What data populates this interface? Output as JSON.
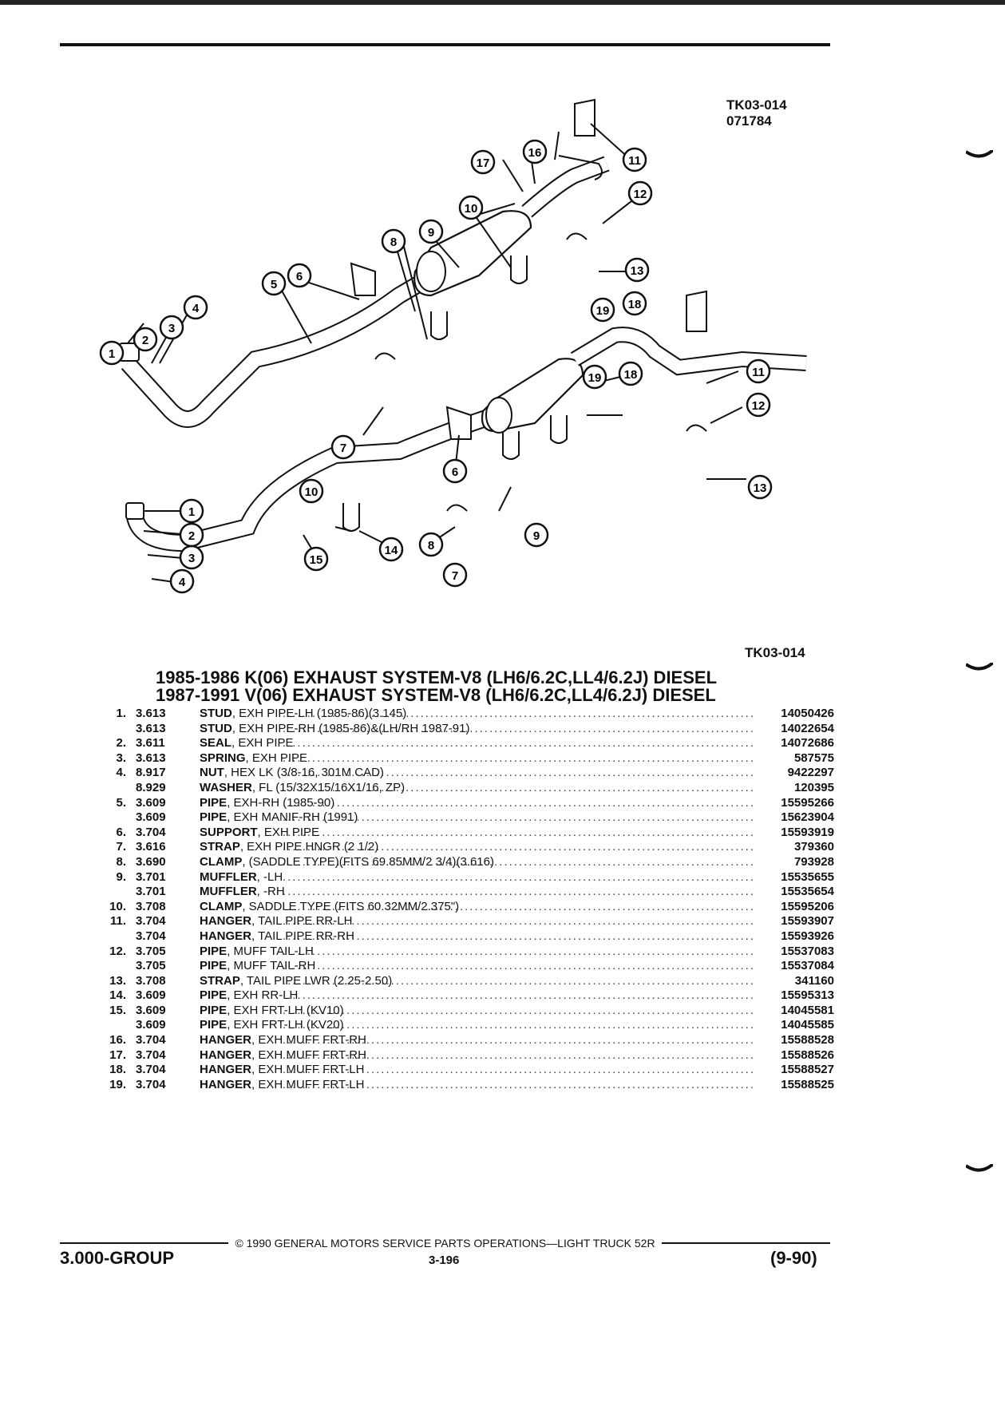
{
  "diagram": {
    "ids": [
      "TK03-014",
      "071784"
    ],
    "figure_id": "TK03-014",
    "callouts": [
      "1",
      "2",
      "3",
      "4",
      "5",
      "6",
      "7",
      "8",
      "9",
      "10",
      "11",
      "12",
      "13",
      "14",
      "15",
      "16",
      "17",
      "18",
      "19"
    ]
  },
  "titles": [
    "1985-1986 K(06) EXHAUST SYSTEM-V8 (LH6/6.2C,LL4/6.2J) DIESEL",
    "1987-1991 V(06) EXHAUST SYSTEM-V8 (LH6/6.2C,LL4/6.2J) DIESEL"
  ],
  "parts": [
    {
      "num": "1.",
      "code": "3.613",
      "name": "STUD",
      "desc": ", EXH PIPE-LH (1985-86)(3.145)",
      "pn": "14050426"
    },
    {
      "num": "",
      "code": "3.613",
      "name": "STUD",
      "desc": ", EXH PIPE-RH (1985-86)&(LH/RH 1987-91)",
      "pn": "14022654"
    },
    {
      "num": "2.",
      "code": "3.611",
      "name": "SEAL",
      "desc": ", EXH PIPE",
      "pn": "14072686"
    },
    {
      "num": "3.",
      "code": "3.613",
      "name": "SPRING",
      "desc": ", EXH PIPE",
      "pn": "587575"
    },
    {
      "num": "4.",
      "code": "8.917",
      "name": "NUT",
      "desc": ", HEX LK (3/8-16, 301M CAD)",
      "pn": "9422297"
    },
    {
      "num": "",
      "code": "8.929",
      "name": "WASHER",
      "desc": ", FL (15/32X15/16X1/16, ZP)",
      "pn": "120395"
    },
    {
      "num": "5.",
      "code": "3.609",
      "name": "PIPE",
      "desc": ", EXH-RH (1985-90)",
      "pn": "15595266"
    },
    {
      "num": "",
      "code": "3.609",
      "name": "PIPE",
      "desc": ", EXH MANIF-RH (1991)",
      "pn": "15623904"
    },
    {
      "num": "6.",
      "code": "3.704",
      "name": "SUPPORT",
      "desc": ", EXH PIPE",
      "pn": "15593919"
    },
    {
      "num": "7.",
      "code": "3.616",
      "name": "STRAP",
      "desc": ", EXH PIPE HNGR (2 1/2)",
      "pn": "379360"
    },
    {
      "num": "8.",
      "code": "3.690",
      "name": "CLAMP",
      "desc": ", (SADDLE TYPE)(FITS 69.85MM/2 3/4)(3.616)",
      "pn": "793928"
    },
    {
      "num": "9.",
      "code": "3.701",
      "name": "MUFFLER",
      "desc": ", -LH",
      "pn": "15535655"
    },
    {
      "num": "",
      "code": "3.701",
      "name": "MUFFLER",
      "desc": ", -RH",
      "pn": "15535654"
    },
    {
      "num": "10.",
      "code": "3.708",
      "name": "CLAMP",
      "desc": ", SADDLE TYPE (FITS 60.32MM/2.375\")",
      "pn": "15595206"
    },
    {
      "num": "11.",
      "code": "3.704",
      "name": "HANGER",
      "desc": ", TAIL PIPE RR-LH",
      "pn": "15593907"
    },
    {
      "num": "",
      "code": "3.704",
      "name": "HANGER",
      "desc": ", TAIL PIPE RR-RH",
      "pn": "15593926"
    },
    {
      "num": "12.",
      "code": "3.705",
      "name": "PIPE",
      "desc": ", MUFF TAIL-LH",
      "pn": "15537083"
    },
    {
      "num": "",
      "code": "3.705",
      "name": "PIPE",
      "desc": ", MUFF TAIL-RH",
      "pn": "15537084"
    },
    {
      "num": "13.",
      "code": "3.708",
      "name": "STRAP",
      "desc": ", TAIL PIPE LWR (2.25-2.50)",
      "pn": "341160"
    },
    {
      "num": "14.",
      "code": "3.609",
      "name": "PIPE",
      "desc": ", EXH RR-LH",
      "pn": "15595313"
    },
    {
      "num": "15.",
      "code": "3.609",
      "name": "PIPE",
      "desc": ", EXH FRT-LH (KV10)",
      "pn": "14045581"
    },
    {
      "num": "",
      "code": "3.609",
      "name": "PIPE",
      "desc": ", EXH FRT-LH (KV20)",
      "pn": "14045585"
    },
    {
      "num": "16.",
      "code": "3.704",
      "name": "HANGER",
      "desc": ", EXH MUFF FRT-RH",
      "pn": "15588528"
    },
    {
      "num": "17.",
      "code": "3.704",
      "name": "HANGER",
      "desc": ", EXH MUFF FRT-RH",
      "pn": "15588526"
    },
    {
      "num": "18.",
      "code": "3.704",
      "name": "HANGER",
      "desc": ", EXH MUFF FRT-LH",
      "pn": "15588527"
    },
    {
      "num": "19.",
      "code": "3.704",
      "name": "HANGER",
      "desc": ", EXH MUFF FRT-LH",
      "pn": "15588525"
    }
  ],
  "footer": {
    "copyright": "© 1990 GENERAL MOTORS SERVICE PARTS OPERATIONS—LIGHT TRUCK 52R",
    "group": "3.000-GROUP",
    "page": "3-196",
    "date": "(9-90)"
  }
}
